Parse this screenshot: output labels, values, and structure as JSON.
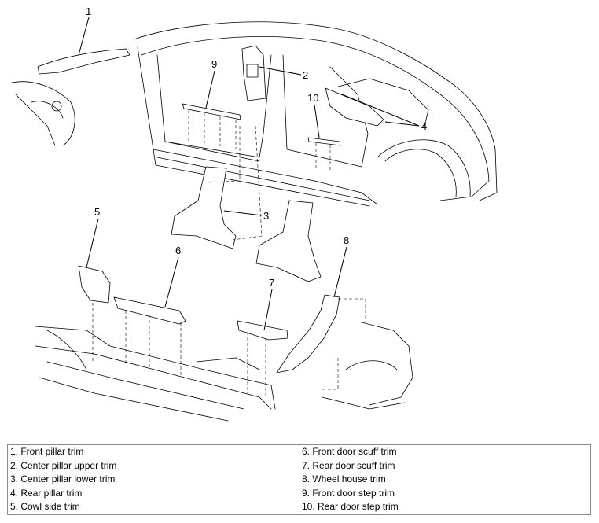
{
  "callouts": [
    "1",
    "2",
    "3",
    "4",
    "5",
    "6",
    "7",
    "8",
    "9",
    "10"
  ],
  "legend": {
    "left": [
      "1. Front pillar trim",
      "2. Center pillar upper trim",
      "3. Center pillar lower trim",
      "4. Rear pillar trim",
      "5. Cowl side trim"
    ],
    "right": [
      "6. Front door scuff trim",
      "7. Rear door scuff trim",
      "8. Wheel house trim",
      "9. Front door step trim",
      "10. Rear door step trim"
    ]
  },
  "colors": {
    "line": "#000000",
    "fill": "#ffffff",
    "border": "#8a8a8a"
  }
}
